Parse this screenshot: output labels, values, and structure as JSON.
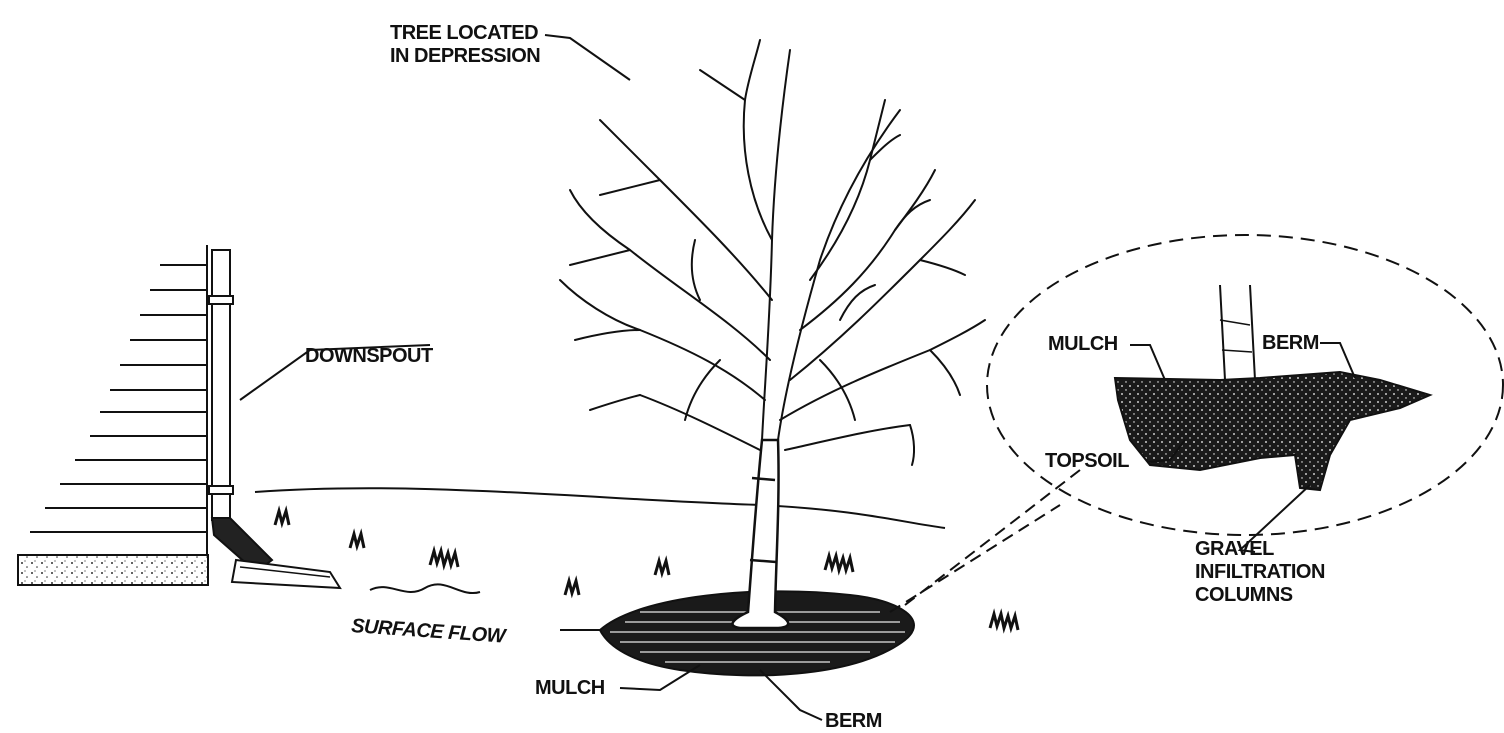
{
  "labels": {
    "tree_location": [
      "TREE LOCATED",
      "IN DEPRESSION"
    ],
    "downspout": "DOWNSPOUT",
    "surface_flow": "SURFACE FLOW",
    "mulch": "MULCH",
    "berm": "BERM",
    "inset_mulch": "MULCH",
    "inset_berm": "BERM",
    "topsoil": "TOPSOIL",
    "gravel_columns": [
      "GRAVEL",
      "INFILTRATION",
      "COLUMNS"
    ]
  }
}
